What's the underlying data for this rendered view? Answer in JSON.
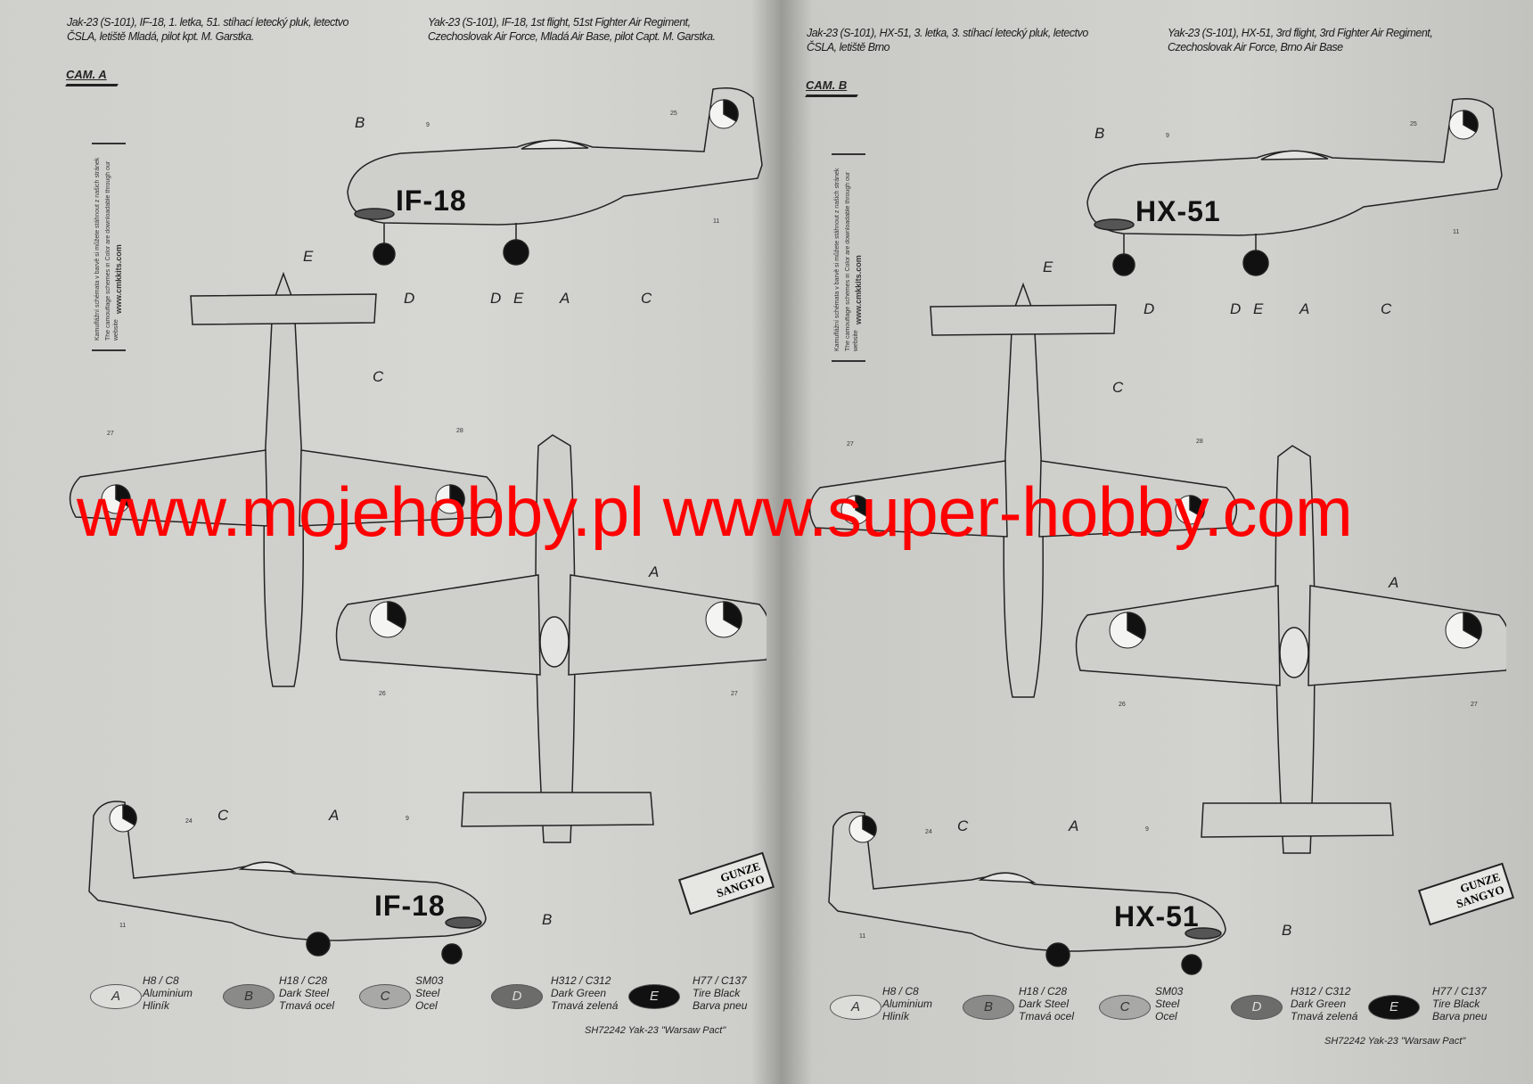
{
  "panels": [
    {
      "caption_cz": [
        "Jak-23 (S-101), IF-18, 1. letka, 51. stíhací letecký pluk, letectvo",
        "ČSLA, letiště Mladá, pilot kpt. M. Garstka."
      ],
      "caption_en": [
        "Yak-23 (S-101), IF-18, 1st flight, 51st Fighter Air Regiment,",
        "Czechoslovak Air Force, Mladá Air Base, pilot Capt. M. Garstka."
      ],
      "cam": "CAM. A",
      "code": "IF-18"
    },
    {
      "caption_cz": [
        "Jak-23 (S-101), HX-51, 3. letka, 3. stíhací letecký pluk, letectvo",
        "ČSLA, letiště Brno"
      ],
      "caption_en": [
        "Yak-23 (S-101), HX-51, 3rd flight, 3rd Fighter Air Regiment,",
        "Czechoslovak Air Force, Brno Air Base"
      ],
      "cam": "CAM. B",
      "code": "HX-51"
    }
  ],
  "callouts": {
    "A": "A",
    "B": "B",
    "C": "C",
    "D": "D",
    "E": "E"
  },
  "numbers": {
    "n25": "25",
    "n11": "11",
    "n9": "9",
    "n27": "27",
    "n28": "28",
    "n26": "26",
    "n24": "24"
  },
  "sidebox": {
    "cz": "Kamuflážní schémata v barvě si můžete stáhnout z našich stránek",
    "en": "The camouflage schemes in Color are downloadable through our website",
    "url": "www.cmkkits.com"
  },
  "legend": [
    {
      "letter": "A",
      "code": "H8 / C8",
      "en": "Aluminium",
      "cz": "Hliník",
      "color": "#dcdcd8"
    },
    {
      "letter": "B",
      "code": "H18 / C28",
      "en": "Dark Steel",
      "cz": "Tmavá ocel",
      "color": "#8a8a88"
    },
    {
      "letter": "C",
      "code": "SM03",
      "en": "Steel",
      "cz": "Ocel",
      "color": "#a8a8a6"
    },
    {
      "letter": "D",
      "code": "H312 / C312",
      "en": "Dark Green",
      "cz": "Tmavá zelená",
      "color": "#6c6c6a"
    },
    {
      "letter": "E",
      "code": "H77 / C137",
      "en": "Tire Black",
      "cz": "Barva pneu",
      "color": "#111111"
    }
  ],
  "footer": "SH72242 Yak-23 \"Warsaw Pact\"",
  "logo": {
    "line1": "GUNZE",
    "line2": "SANGYO"
  },
  "watermark": "www.mojehobby.pl www.super-hobby.com"
}
